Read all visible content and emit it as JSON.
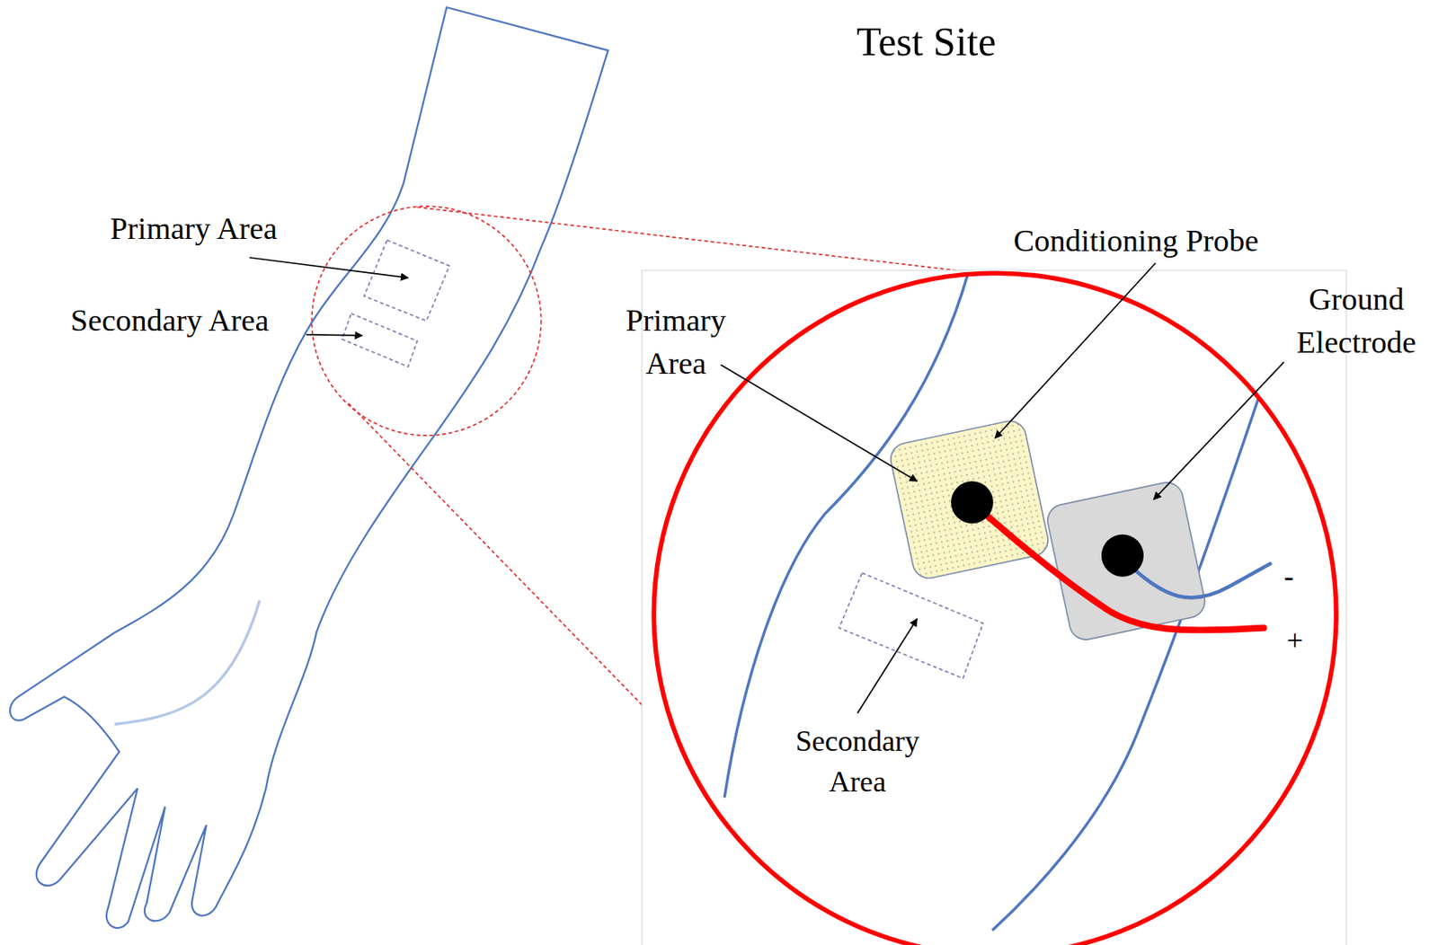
{
  "diagram": {
    "title": "Test Site",
    "labels": [
      "Primary Area",
      "Secondary Area",
      "Primary Area",
      "Conditioning Probe",
      "Ground Electrode",
      "Secondary Area",
      "-",
      "+"
    ]
  }
}
